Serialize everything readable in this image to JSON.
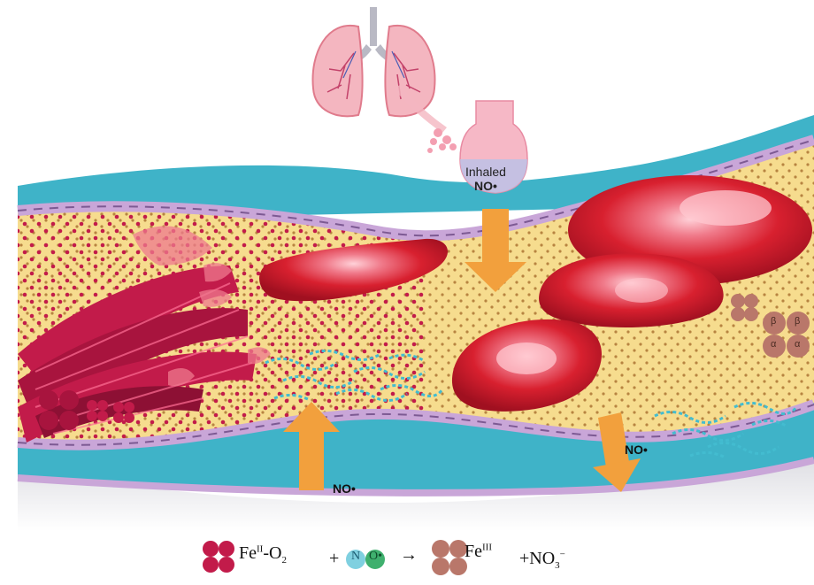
{
  "labels": {
    "inhaled_line1": "Inhaled",
    "inhaled_line2": "NO•",
    "no_bottom": "NO•",
    "no_right": "NO•"
  },
  "equation": {
    "fe2": "Fe",
    "fe2_sup": "II",
    "fe2_o2": "-O",
    "o2_sub": "2",
    "plus1": "+",
    "n": "N",
    "o_dot": "O•",
    "arrow": "→",
    "fe3": "Fe",
    "fe3_sup": "III",
    "plus2": "+NO",
    "no3_sub": "3",
    "no3_sup": "−",
    "beta": "β",
    "alpha": "α"
  },
  "colors": {
    "plasma": "#f6dc8e",
    "vessel_wall": "#c9a6d8",
    "tissue": "#3fb3c8",
    "rbc": "#d8202f",
    "arrow": "#f2a03d",
    "ferrous_heme": "#c21b4a",
    "ferric_heme": "#b9776a"
  }
}
